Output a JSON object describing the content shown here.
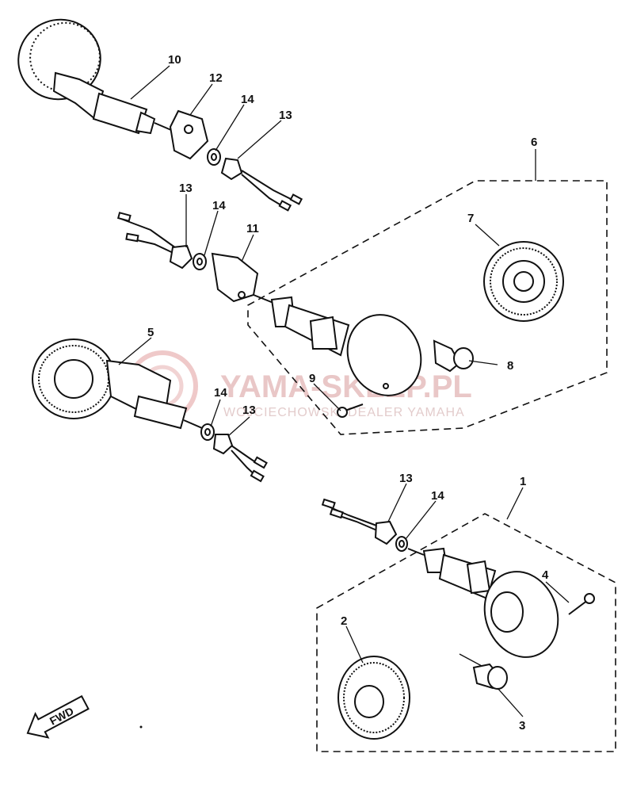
{
  "watermark": {
    "title": "YAMA-SKLEP.PL",
    "subtitle": "WOJCIECHOWSKI DEALER YAMAHA",
    "color": "#e9c7c7"
  },
  "direction_badge": {
    "text": "FWD"
  },
  "callouts": [
    {
      "id": "c10",
      "text": "10"
    },
    {
      "id": "c12",
      "text": "12"
    },
    {
      "id": "c14a",
      "text": "14"
    },
    {
      "id": "c13a",
      "text": "13"
    },
    {
      "id": "c6",
      "text": "6"
    },
    {
      "id": "c13b",
      "text": "13"
    },
    {
      "id": "c14b",
      "text": "14"
    },
    {
      "id": "c11",
      "text": "11"
    },
    {
      "id": "c7",
      "text": "7"
    },
    {
      "id": "c5",
      "text": "5"
    },
    {
      "id": "c8",
      "text": "8"
    },
    {
      "id": "c9",
      "text": "9"
    },
    {
      "id": "c14c",
      "text": "14"
    },
    {
      "id": "c13c",
      "text": "13"
    },
    {
      "id": "c1",
      "text": "1"
    },
    {
      "id": "c13d",
      "text": "13"
    },
    {
      "id": "c14d",
      "text": "14"
    },
    {
      "id": "c4",
      "text": "4"
    },
    {
      "id": "c2",
      "text": "2"
    },
    {
      "id": "c3",
      "text": "3"
    }
  ]
}
